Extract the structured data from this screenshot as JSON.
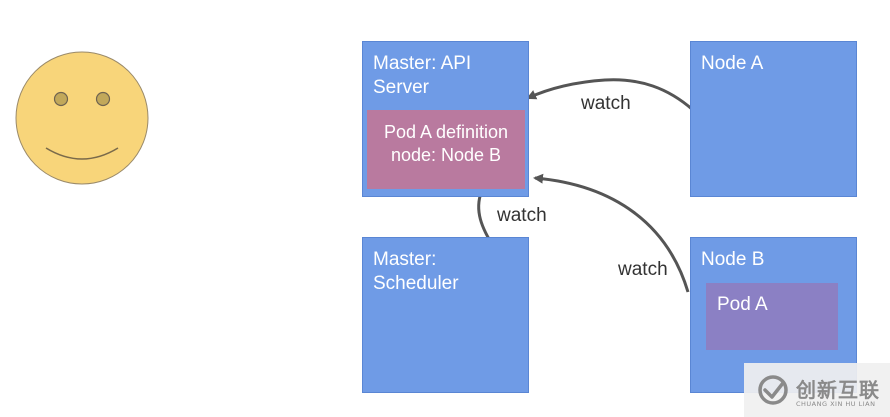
{
  "colors": {
    "box_fill": "#6f9be6",
    "box_text": "#ffffff",
    "pod_definition_fill": "#b97a9f",
    "pod_fill": "#8b80c4",
    "smiley_fill": "#f8d57a",
    "arrow": "#555555",
    "label_text": "#333333"
  },
  "smiley": {
    "icon": "smiley-face-icon"
  },
  "api_server": {
    "title": "Master: API\nServer",
    "pod_definition": {
      "line1": "Pod A definition",
      "line2": "node: Node B"
    }
  },
  "scheduler": {
    "title": "Master:\nScheduler"
  },
  "node_a": {
    "title": "Node A"
  },
  "node_b": {
    "title": "Node B",
    "pod": "Pod A"
  },
  "arrows": [
    {
      "from": "Node A",
      "to": "Master: API Server",
      "label": "watch"
    },
    {
      "from": "Master: Scheduler",
      "to": "Master: API Server",
      "label": "watch"
    },
    {
      "from": "Node B",
      "to": "Master: API Server",
      "label": "watch"
    }
  ],
  "watermark": {
    "icon": "chuangxin-logo-icon",
    "title": "创新互联",
    "subtitle": "CHUANG XIN HU LIAN"
  }
}
